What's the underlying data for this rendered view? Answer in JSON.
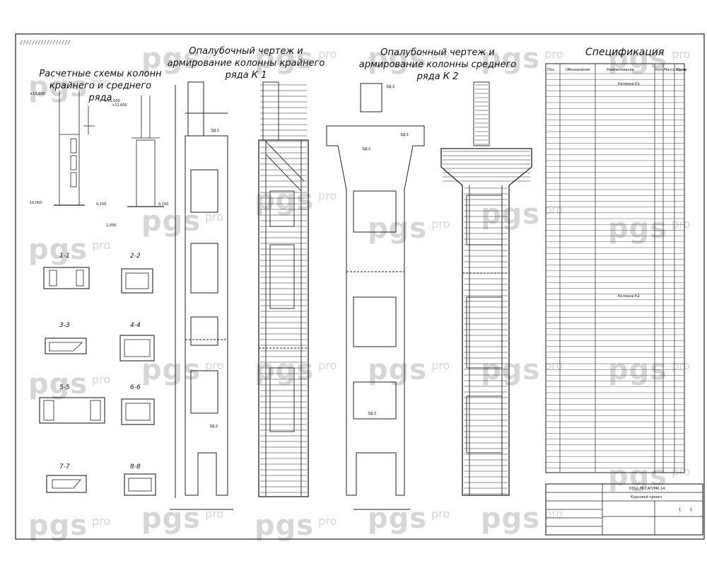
{
  "titles": {
    "schemes": "Расчетные схемы колонн крайнего и среднего ряда",
    "k1": "Опалубочный чертеж и армирование колонны крайнего ряда К 1",
    "k2": "Опалубочный чертеж и армирование колонны среднего ряда К 2",
    "spec": "Спецификация"
  },
  "sections": [
    "1-1",
    "2-2",
    "3-3",
    "4-4",
    "5-5",
    "6-6",
    "7-7",
    "8-8"
  ],
  "elevations": [
    "+12,600",
    "+11,000",
    "+12,600",
    "10,000",
    "0,150",
    "0,150",
    "1,050"
  ],
  "embedded_labels": [
    "ЗД-1",
    "ЗД-2",
    "ЗД-3",
    "ЗД-1",
    "ЗД-2",
    "ЗД-3"
  ],
  "spec": {
    "headers": [
      "Поз.",
      "Обозначение",
      "Наименование",
      "Кол.",
      "Масса ед. кг",
      "Прим."
    ],
    "section_rows": [
      "Колонна К1",
      "Колонна К2"
    ]
  },
  "title_block": {
    "code": "0712.76 САП/МК.14",
    "subtitle": "Курсовой проект",
    "sheet": "1",
    "sheets": "1"
  },
  "watermark": {
    "main": "pgs",
    "sub": "pro"
  }
}
